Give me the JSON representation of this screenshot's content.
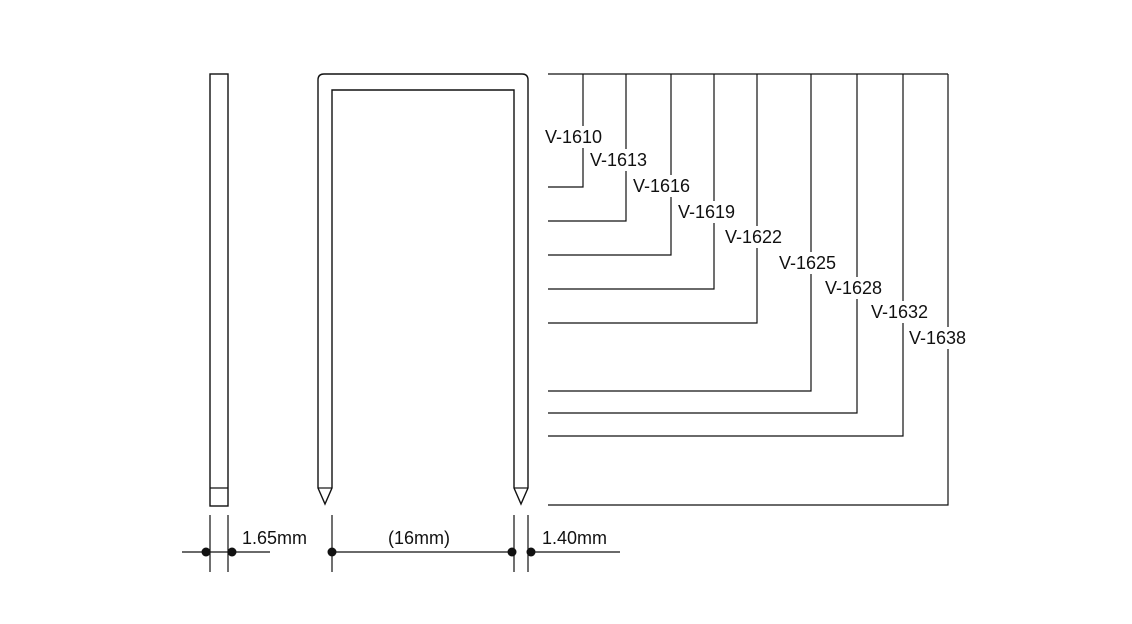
{
  "models": [
    "V-1610",
    "V-1613",
    "V-1616",
    "V-1619",
    "V-1622",
    "V-1625",
    "V-1628",
    "V-1632",
    "V-1638"
  ],
  "dimensions": {
    "thickness": "1.65mm",
    "crown_width": "(16mm)",
    "wire_width": "1.40mm"
  },
  "colors": {
    "line": "#111111",
    "background": "#ffffff"
  }
}
